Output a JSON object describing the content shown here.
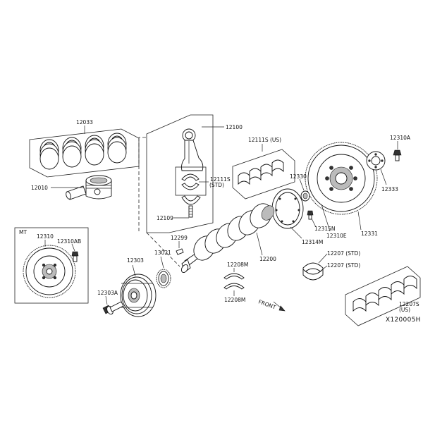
{
  "labels": {
    "p12033": "12033",
    "p12010": "12010",
    "p12100": "12100",
    "p12111s_us": "12111S (US)",
    "p12111s_std_a": "12111S",
    "p12111s_std_b": "(STD)",
    "p12109": "12109",
    "p12310a": "12310A",
    "p12333": "12333",
    "p12330": "12330",
    "p12315n": "12315N",
    "p12310e": "12310E",
    "p12314m": "12314M",
    "p12331": "12331",
    "mt": "MT",
    "p12310": "12310",
    "p12310ab": "12310AB",
    "p12299": "12299",
    "p13021": "13021",
    "p12303": "12303",
    "p12303a": "12303A",
    "p12200": "12200",
    "p12208m_a": "12208M",
    "p12208m_b": "12208M",
    "p12207_std_a": "12207 (STD)",
    "p12207_std_b": "12207 (STD)",
    "p12207s_a": "12207S",
    "p12207s_b": "(US)",
    "front": "FRONT",
    "ref_code": "X120005H"
  }
}
